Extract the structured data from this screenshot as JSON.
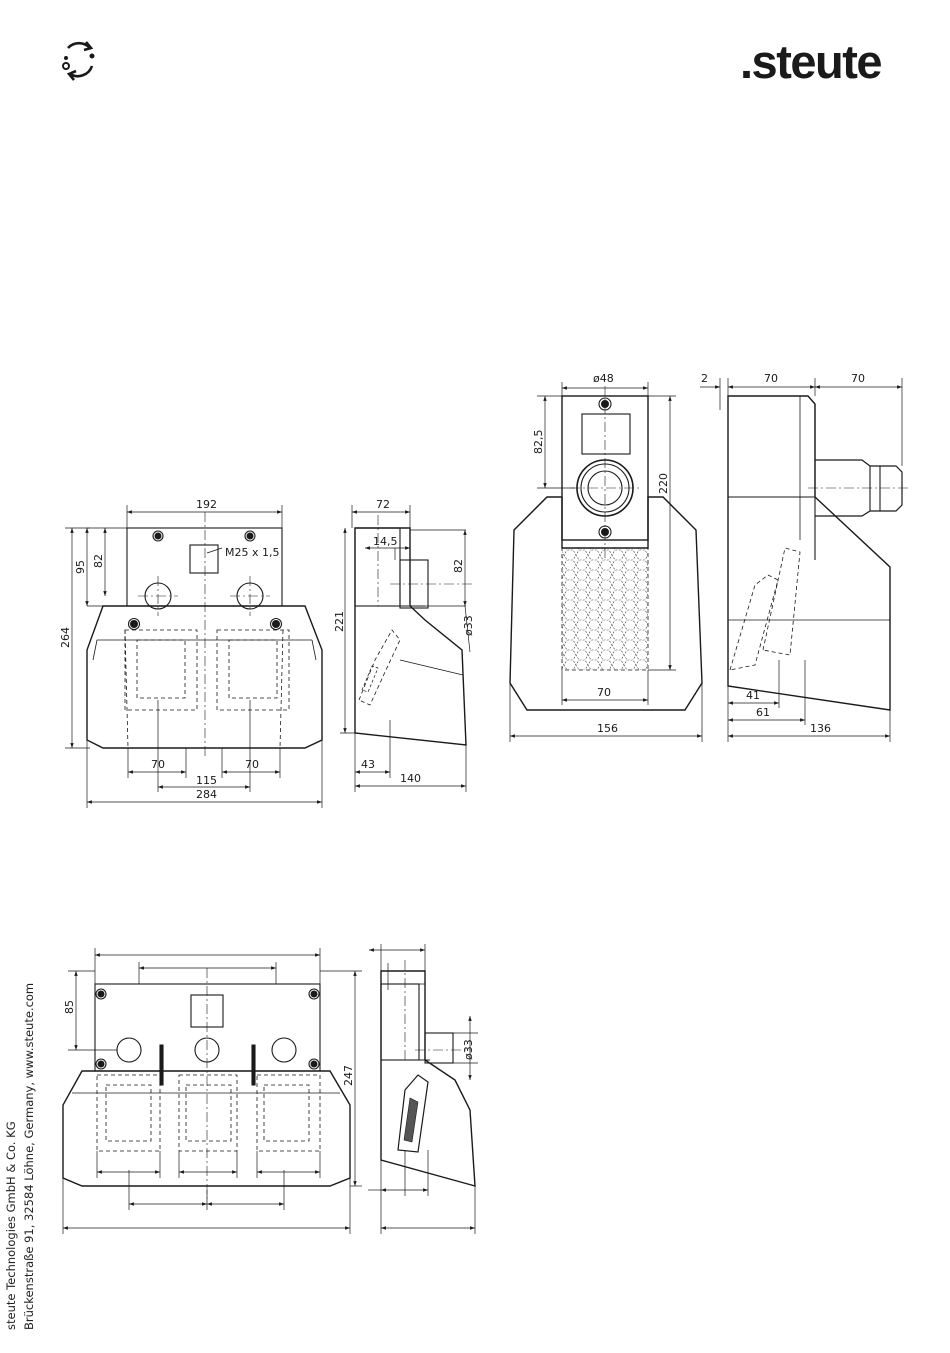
{
  "brand": {
    "logo_text": ".steute"
  },
  "header": {
    "icon": "sync-icon"
  },
  "footer": {
    "line1": "steute Technologies GmbH & Co. KG",
    "line2": "Brückenstraße 91, 32584 Löhne, Germany, www.steute.com"
  },
  "view_front_2": {
    "dims": {
      "w192": "192",
      "thread": "M25 x 1,5",
      "h95": "95",
      "h82": "82",
      "h264": "264",
      "w70a": "70",
      "w115": "115",
      "w70b": "70",
      "w284": "284"
    }
  },
  "view_side_2": {
    "dims": {
      "w72": "72",
      "d14_5": "14,5",
      "h82": "82",
      "h221": "221",
      "d33": "ø33",
      "w43": "43",
      "w140": "140"
    }
  },
  "view_front_1": {
    "dims": {
      "d48": "ø48",
      "h82_5": "82,5",
      "h220": "220",
      "w70": "70",
      "w156": "156"
    }
  },
  "view_side_1": {
    "dims": {
      "w2": "2",
      "w70a": "70",
      "w70b": "70",
      "w41": "41",
      "w61": "61",
      "w136": "136"
    }
  },
  "view_front_3": {
    "dims": {
      "h85": "85",
      "h247": "247"
    }
  },
  "view_side_3": {
    "dims": {
      "d33": "ø33"
    }
  }
}
